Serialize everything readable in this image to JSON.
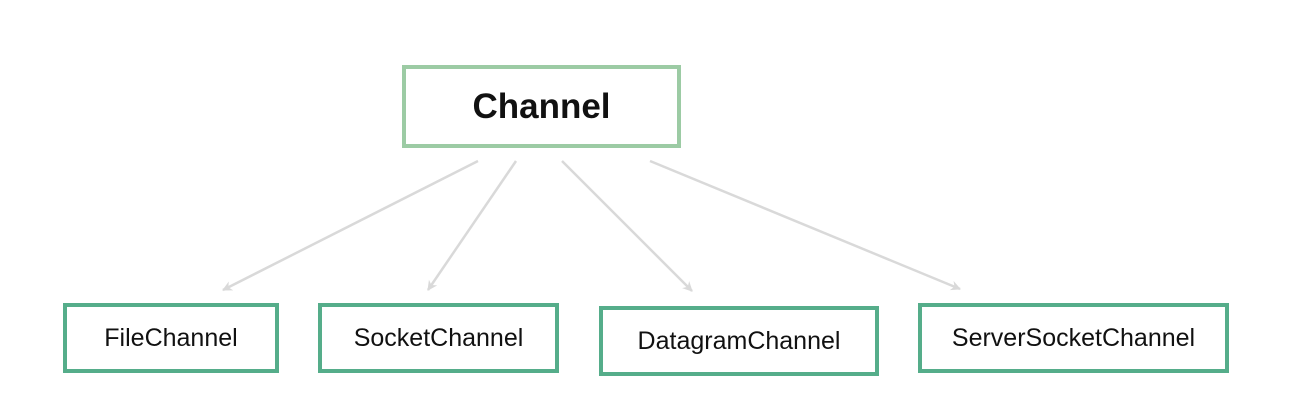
{
  "diagram": {
    "root": {
      "id": "channel",
      "label": "Channel"
    },
    "children": [
      {
        "id": "file-channel",
        "label": "FileChannel"
      },
      {
        "id": "socket-channel",
        "label": "SocketChannel"
      },
      {
        "id": "datagram-channel",
        "label": "DatagramChannel"
      },
      {
        "id": "server-socket-channel",
        "label": "ServerSocketChannel"
      }
    ],
    "edges": [
      {
        "from": "channel",
        "to": "file-channel"
      },
      {
        "from": "channel",
        "to": "socket-channel"
      },
      {
        "from": "channel",
        "to": "datagram-channel"
      },
      {
        "from": "channel",
        "to": "server-socket-channel"
      }
    ]
  },
  "colors": {
    "root_border": "#9ccba4",
    "child_border": "#55ad8a",
    "arrow": "#d9d9d9",
    "text": "#111111"
  }
}
